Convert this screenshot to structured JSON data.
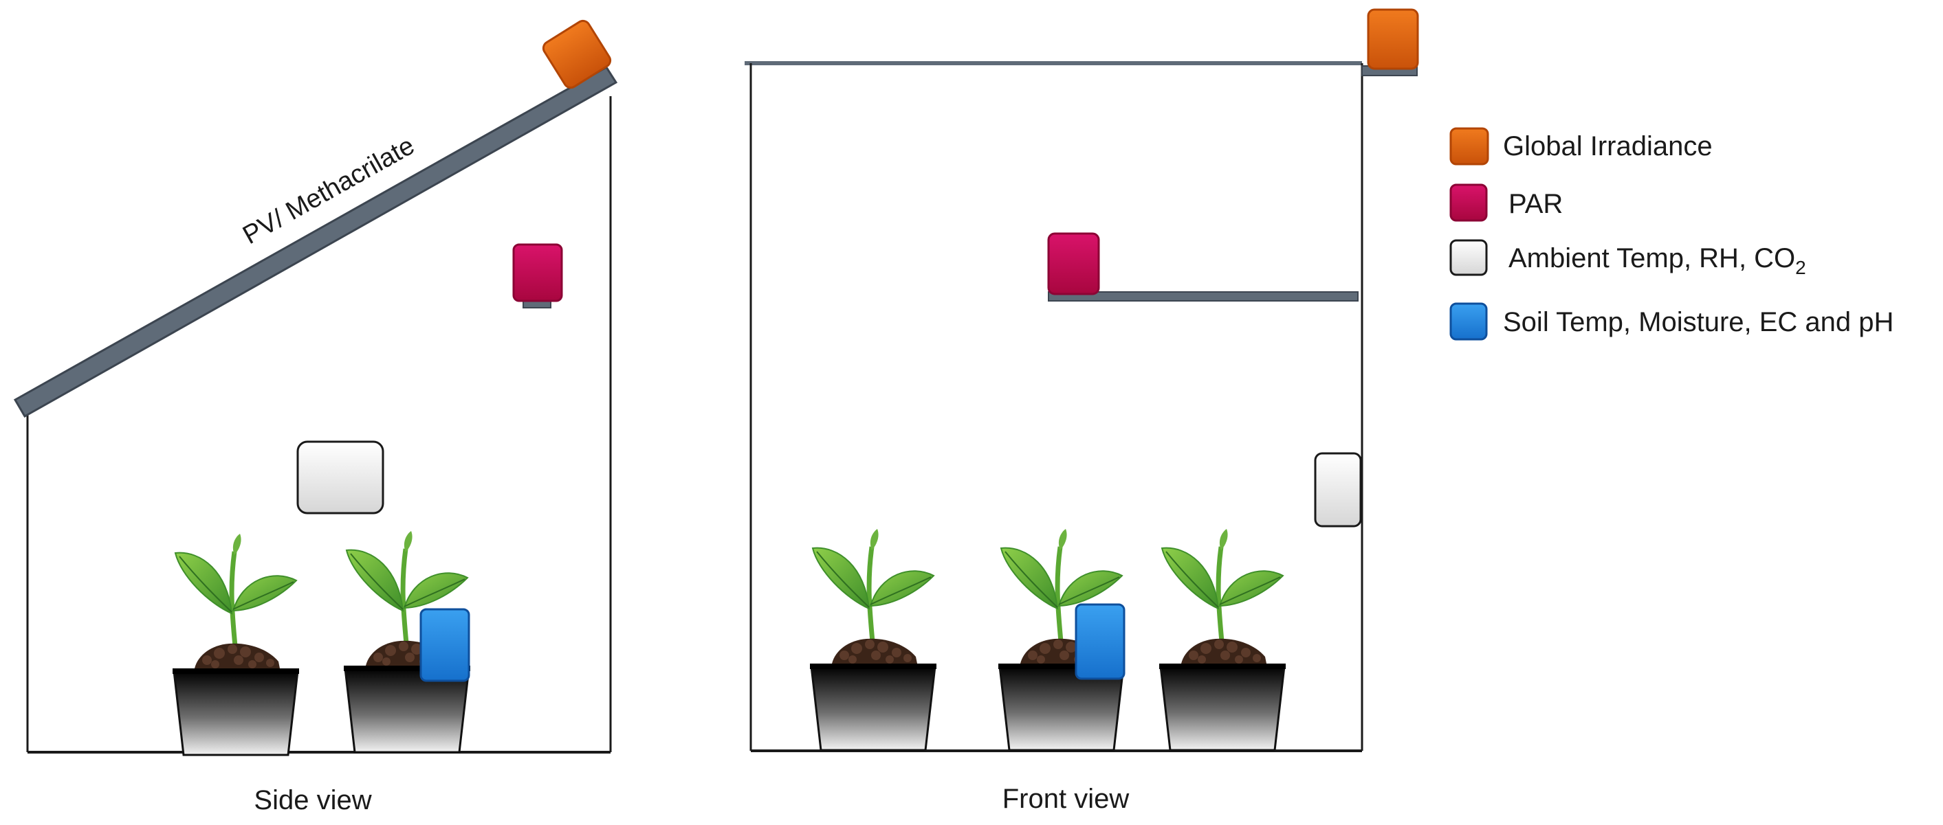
{
  "roof_label": "PV/ Methacrilate",
  "captions": {
    "side": "Side view",
    "front": "Front view"
  },
  "legend": {
    "items": [
      {
        "name": "global-irradiance",
        "label": "Global Irradiance",
        "color": "#e8650c"
      },
      {
        "name": "par",
        "label": "PAR",
        "color": "#c4084e"
      },
      {
        "name": "ambient",
        "label_main": "Ambient Temp, RH, CO",
        "label_sub": "2",
        "color": "#eeeeee"
      },
      {
        "name": "soil",
        "label": "Soil Temp, Moisture, EC and pH",
        "color": "#1f86e0"
      }
    ]
  },
  "colors": {
    "frame": "#1a1a1a",
    "roof": "#5f6b78",
    "shelf": "#5f6b78",
    "irradiance": "#e8650c",
    "par": "#c4084e",
    "ambient": "#eeeeee",
    "soil": "#1f86e0",
    "leaf": "#6cb33f",
    "soil_dirt": "#4a2f22"
  }
}
